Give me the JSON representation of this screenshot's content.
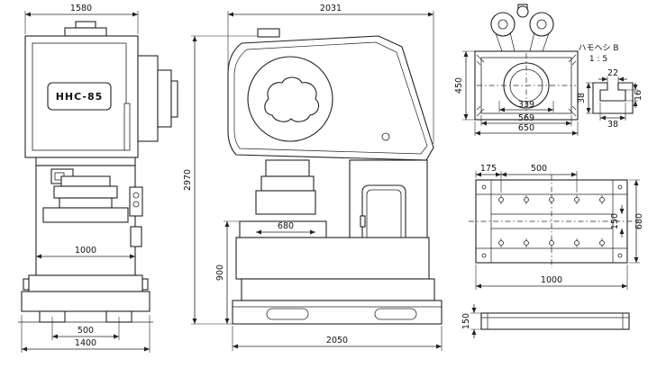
{
  "drawing": {
    "machine_label": "HHC-85",
    "section_label": "ハモヘシ B",
    "section_scale": "1 : 5",
    "front_view": {
      "top_width": "1580",
      "frame_width": "1000",
      "foot_span": "500",
      "base_width": "1400"
    },
    "side_view": {
      "top_width": "2031",
      "total_height": "2970",
      "bolster_width": "680",
      "bed_height": "900",
      "base_width": "2050"
    },
    "section_view": {
      "height": "450",
      "inner_width": "339",
      "mid_width": "569",
      "outer_width": "650",
      "slot_top": "22",
      "slot_side": "38",
      "slot_depth": "16",
      "slot_bottom": "38"
    },
    "plan_view": {
      "edge_offset": "175",
      "bolt_pitch": "500",
      "slot_band": "150",
      "depth": "680",
      "width": "1000",
      "plate_height": "150"
    }
  }
}
